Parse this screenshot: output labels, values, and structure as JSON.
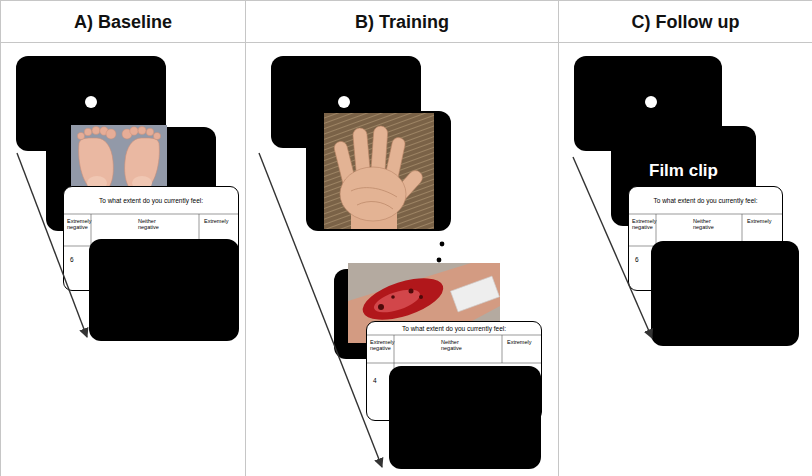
{
  "diagram": {
    "nodes": [
      {
        "text": [
          "A) Baseline"
        ]
      },
      {
        "text": [
          "To what extent do you currently feel:",
          "Extremely negative",
          "Neither negative",
          "Extremely",
          "6"
        ],
        "in": 0
      },
      {
        "text": [
          "B) Training"
        ]
      },
      {
        "text": [
          "To what extent do you currently feel:",
          "Extremely negative",
          "Neither negative",
          "Extremely",
          "4"
        ],
        "in": 2
      },
      {
        "text": [
          "C) Follow up"
        ]
      },
      {
        "text": [
          "Film clip"
        ],
        "in": 4
      },
      {
        "text": [
          "To what extent do you currently feel:",
          "Extremely negative",
          "Neither negative",
          "Extremely",
          "6"
        ],
        "in": 4
      }
    ]
  }
}
